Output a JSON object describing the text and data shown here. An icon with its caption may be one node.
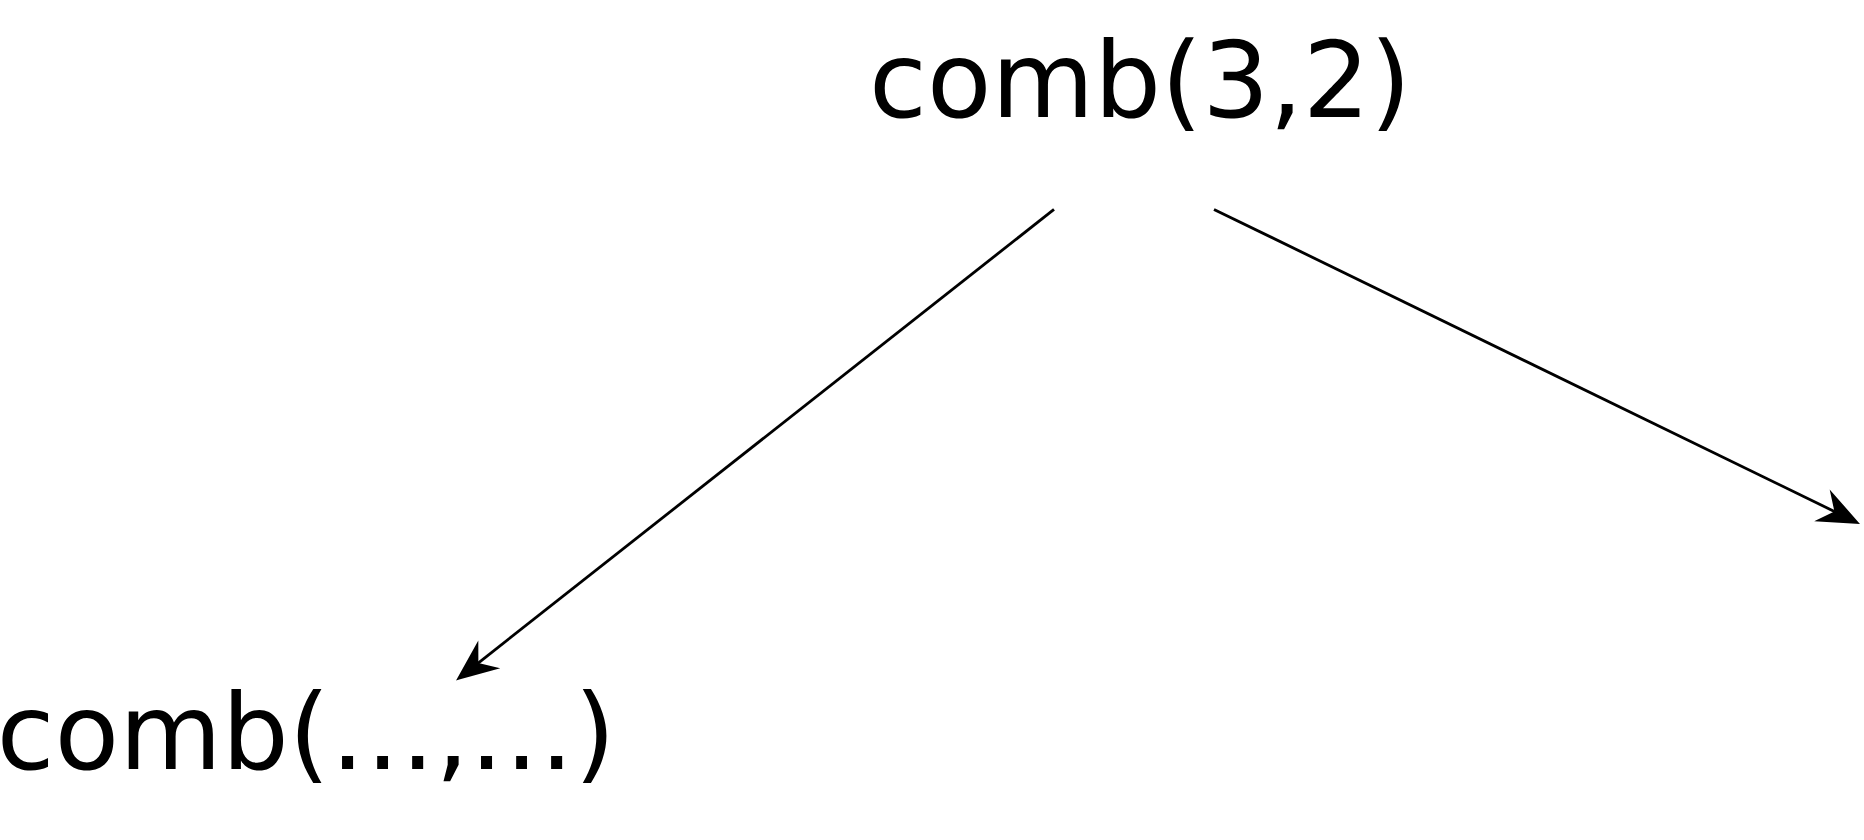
{
  "diagram": {
    "nodes": [
      {
        "text": [
          "comb(3,2)"
        ]
      },
      {
        "text": [
          "comb(…,…)"
        ]
      }
    ],
    "edges": [
      {
        "from": 0,
        "to": 1,
        "arrow": "to"
      },
      {
        "from": 0,
        "to": null,
        "arrow": "to"
      }
    ]
  }
}
